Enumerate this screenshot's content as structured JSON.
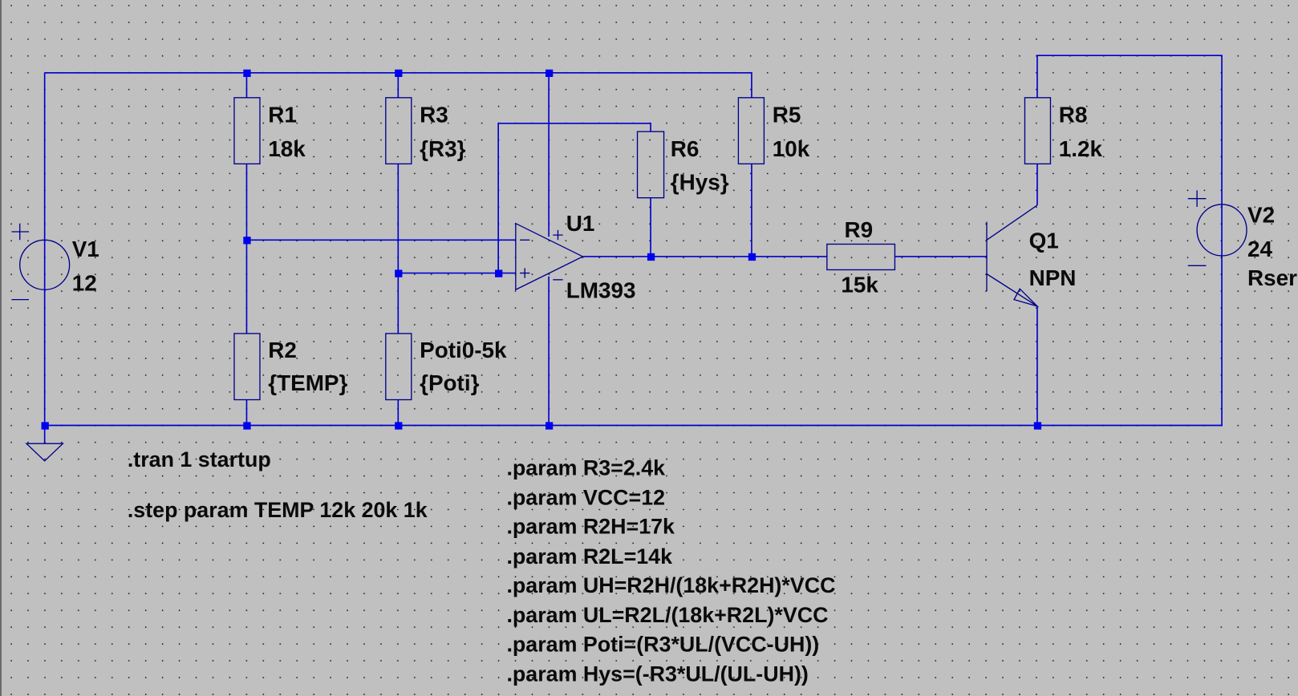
{
  "app": "LTspice schematic editor",
  "colors": {
    "background": "#c0c0c0",
    "wire": "#0000d0",
    "symbol": "#00008a",
    "node": "#0000f0",
    "text": "#0a0a0a",
    "grid_dot": "#000000"
  },
  "components": {
    "V1": {
      "name": "V1",
      "value": "12",
      "type": "voltage-source"
    },
    "V2": {
      "name": "V2",
      "value": "24",
      "extra": "Rser",
      "type": "voltage-source"
    },
    "R1": {
      "name": "R1",
      "value": "18k",
      "type": "resistor"
    },
    "R2": {
      "name": "R2",
      "value": "{TEMP}",
      "type": "resistor"
    },
    "R3": {
      "name": "R3",
      "value": "{R3}",
      "type": "resistor"
    },
    "Poti": {
      "name": "Poti0-5k",
      "value": "{Poti}",
      "type": "resistor"
    },
    "R5": {
      "name": "R5",
      "value": "10k",
      "type": "resistor"
    },
    "R6": {
      "name": "R6",
      "value": "{Hys}",
      "type": "resistor"
    },
    "R8": {
      "name": "R8",
      "value": "1.2k",
      "type": "resistor"
    },
    "R9": {
      "name": "R9",
      "value": "15k",
      "type": "resistor"
    },
    "U1": {
      "name": "U1",
      "value": "LM393",
      "type": "comparator"
    },
    "Q1": {
      "name": "Q1",
      "value": "NPN",
      "type": "npn-transistor"
    }
  },
  "pin_marks": {
    "plus": "+",
    "minus": "−"
  },
  "directives": {
    "tran": ".tran 1 startup",
    "step": ".step param TEMP 12k 20k 1k",
    "params": [
      ".param R3=2.4k",
      ".param VCC=12",
      ".param R2H=17k",
      ".param R2L=14k",
      ".param UH=R2H/(18k+R2H)*VCC",
      ".param UL=R2L/(18k+R2L)*VCC",
      ".param Poti=(R3*UL/(VCC-UH))",
      ".param Hys=(-R3*UL/(UL-UH))"
    ]
  }
}
